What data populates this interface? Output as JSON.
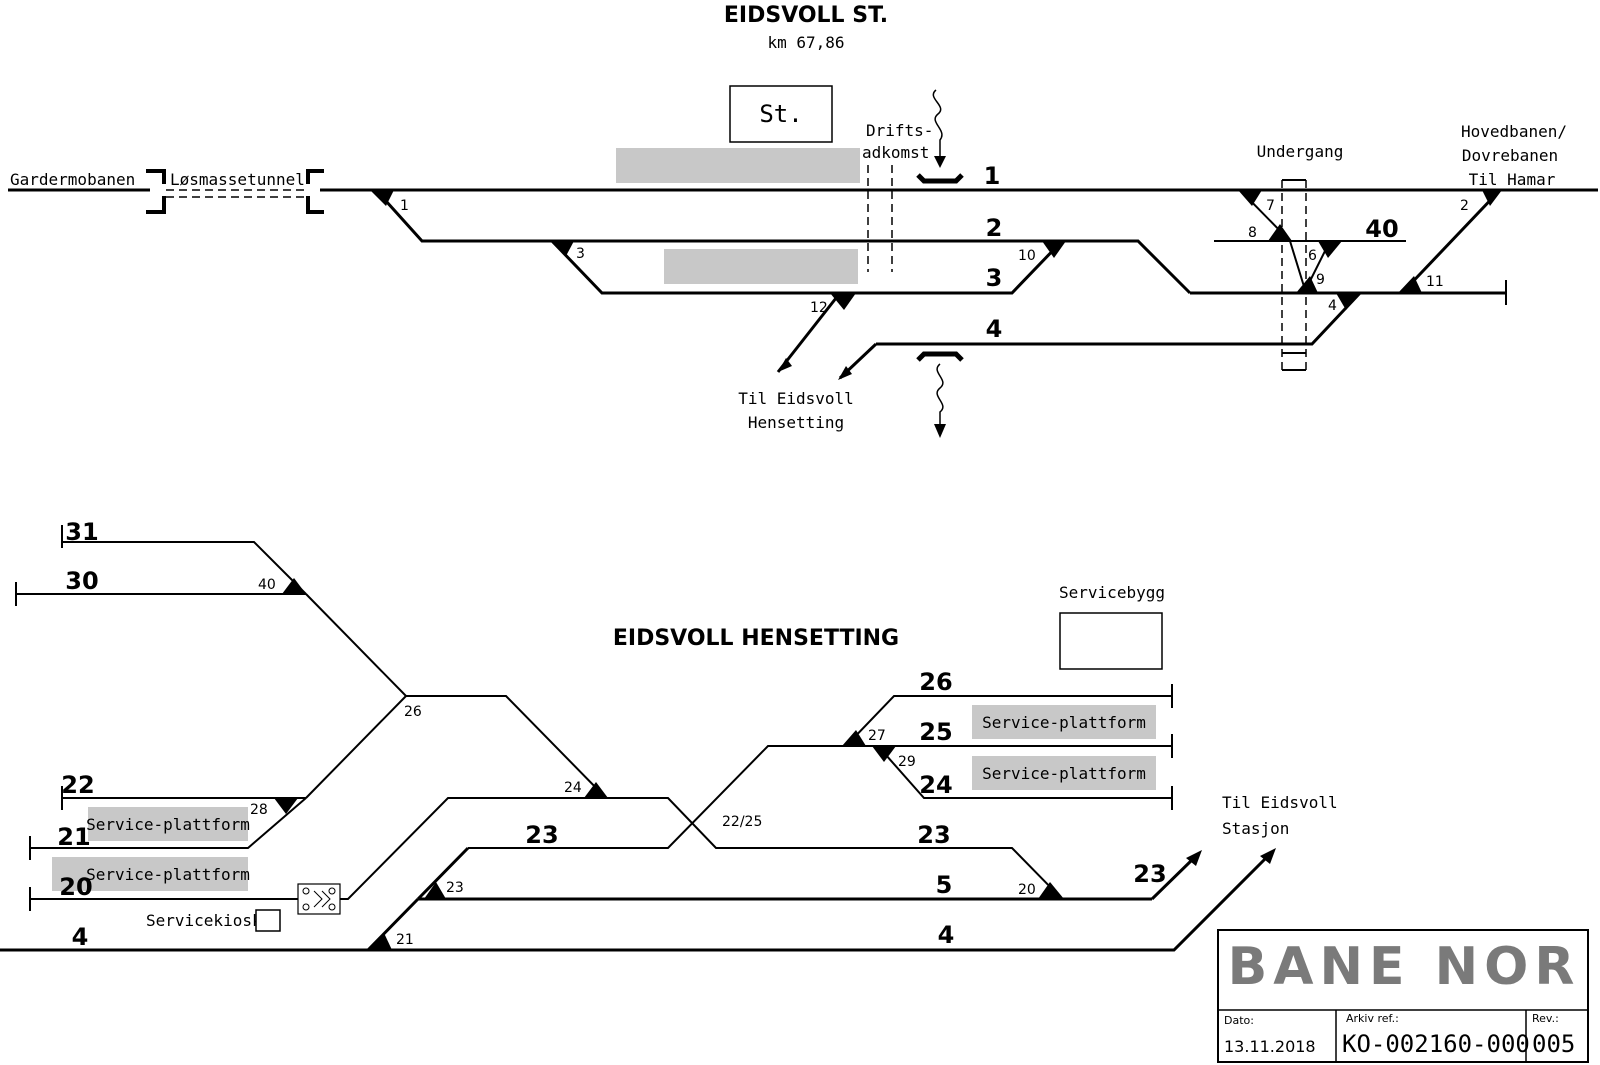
{
  "station": {
    "title": "EIDSVOLL ST.",
    "km": "km 67,86",
    "building_label": "St.",
    "access_line1": "Drifts-",
    "access_line2": "adkomst",
    "underpass": "Undergang",
    "left_line": "Gardermobanen",
    "tunnel": "Løsmassetunnel",
    "right_line1": "Hovedbanen/",
    "right_line2": "Dovrebanen",
    "right_line3": "Til Hamar",
    "to_depot1": "Til Eidsvoll",
    "to_depot2": "Hensetting",
    "tracks": {
      "t1": "1",
      "t2": "2",
      "t3": "3",
      "t4": "4",
      "t40": "40"
    },
    "switches": {
      "s1": "1",
      "s2": "2",
      "s3": "3",
      "s4": "4",
      "s6": "6",
      "s7": "7",
      "s8": "8",
      "s9": "9",
      "s10": "10",
      "s11": "11",
      "s12": "12"
    }
  },
  "depot": {
    "title": "EIDSVOLL HENSETTING",
    "service_building": "Servicebygg",
    "service_kiosk": "Servicekiosk",
    "platform_label": "Service-plattform",
    "to_station1": "Til Eidsvoll",
    "to_station2": "Stasjon",
    "tracks": {
      "t31": "31",
      "t30": "30",
      "t22": "22",
      "t21": "21",
      "t20": "20",
      "t4a": "4",
      "t4b": "4",
      "t23a": "23",
      "t23b": "23",
      "t23c": "23",
      "t5": "5",
      "t26": "26",
      "t25": "25",
      "t24": "24"
    },
    "switches": {
      "s40": "40",
      "s26": "26",
      "s28": "28",
      "s24": "24",
      "s2225": "22/25",
      "s23": "23",
      "s21": "21",
      "s20": "20",
      "s27": "27",
      "s29": "29"
    }
  },
  "title_block": {
    "logo": "BANE NOR",
    "date_label": "Dato:",
    "date": "13.11.2018",
    "archive_label": "Arkiv ref.:",
    "archive": "KO-002160-000",
    "rev_label": "Rev.:",
    "rev": "005"
  }
}
